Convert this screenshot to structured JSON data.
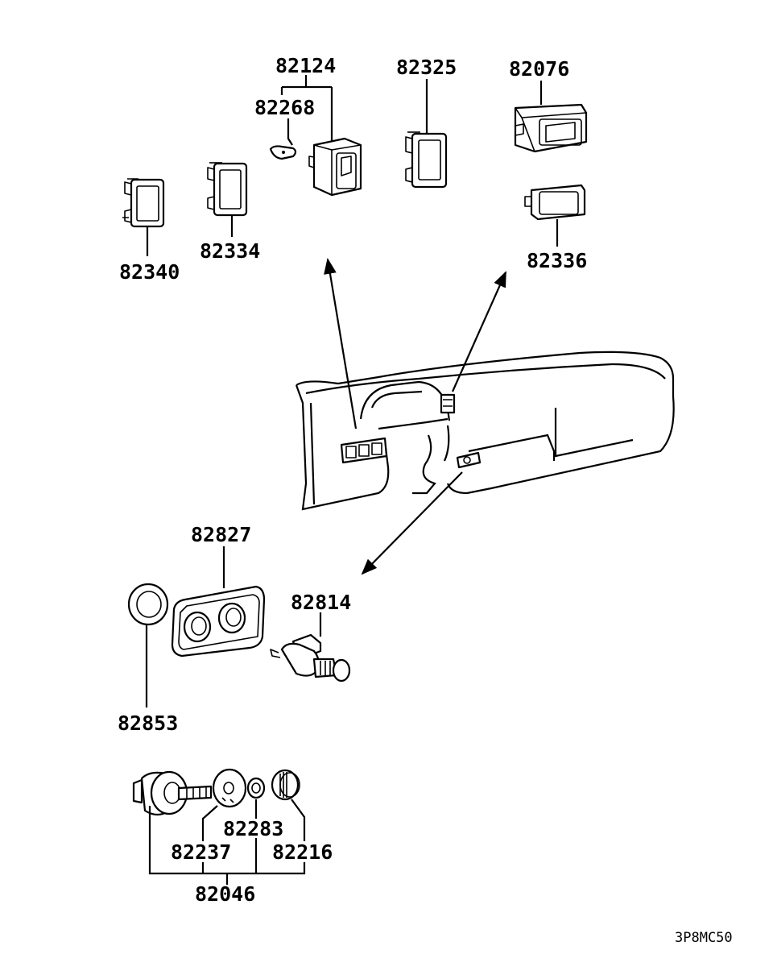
{
  "labels": {
    "p82124": "82124",
    "p82268": "82268",
    "p82325": "82325",
    "p82076": "82076",
    "p82340": "82340",
    "p82334": "82334",
    "p82336": "82336",
    "p82827": "82827",
    "p82814": "82814",
    "p82853": "82853",
    "p82283": "82283",
    "p82237": "82237",
    "p82216": "82216",
    "p82046": "82046"
  },
  "diagram_code": "3P8MC50"
}
